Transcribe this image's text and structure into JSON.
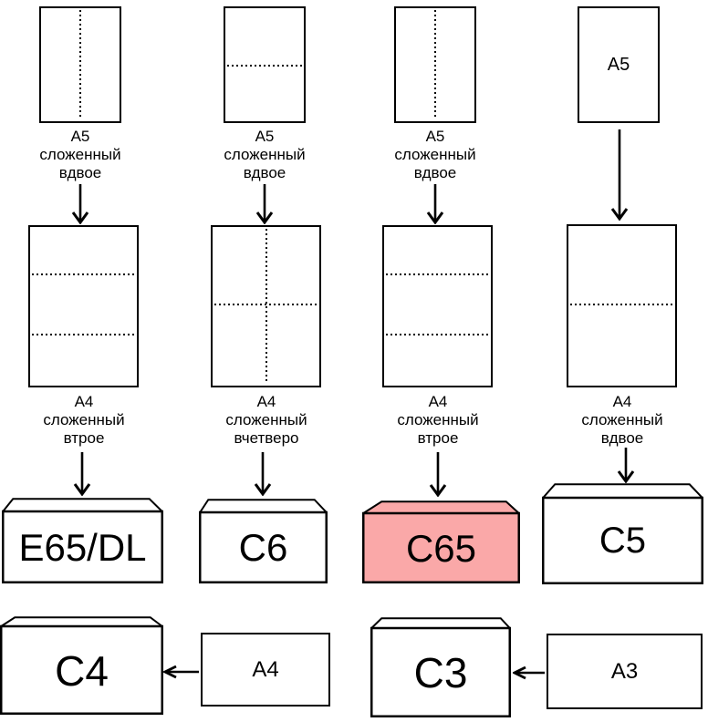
{
  "colors": {
    "highlight": "#faa8a8",
    "line": "#000000"
  },
  "columns": [
    {
      "a5_caption": [
        "A5",
        "сложенный",
        "вдвое"
      ],
      "a4_caption": [
        "A4",
        "сложенный",
        "втрое"
      ],
      "envelope_label": "E65/DL"
    },
    {
      "a5_caption": [
        "A5",
        "сложенный",
        "вдвое"
      ],
      "a4_caption": [
        "A4",
        "сложенный",
        "вчетверо"
      ],
      "envelope_label": "C6"
    },
    {
      "a5_caption": [
        "A5",
        "сложенный",
        "вдвое"
      ],
      "a4_caption": [
        "A4",
        "сложенный",
        "втрое"
      ],
      "envelope_label": "C65"
    },
    {
      "a5_label": "A5",
      "a4_caption": [
        "A4",
        "сложенный",
        "вдвое"
      ],
      "envelope_label": "C5"
    }
  ],
  "bottom_row": [
    {
      "envelope_label": "C4",
      "paper_label": "A4"
    },
    {
      "envelope_label": "C3",
      "paper_label": "A3"
    }
  ]
}
